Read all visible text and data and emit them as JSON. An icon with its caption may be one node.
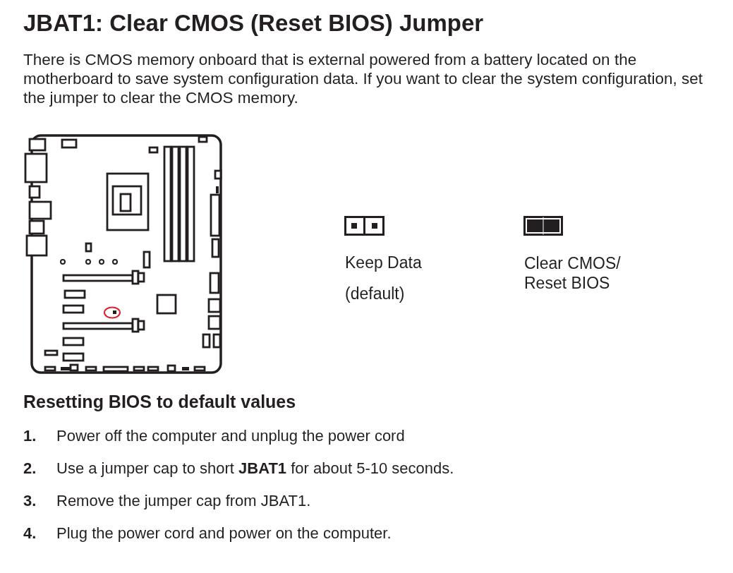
{
  "diagram": {
    "title": "JBAT1: Clear CMOS (Reset BIOS) Jumper",
    "labels": [
      "There is CMOS memory onboard that is external powered from a battery located on the motherboard to save system configuration data. If you want to clear the system configuration, set the jumper to clear the CMOS memory.",
      "Keep Data",
      "(default)",
      "Clear CMOS/ Reset BIOS",
      "Resetting BIOS to default values",
      "1.",
      "Power off the computer and unplug the power cord",
      "2.",
      "Use a jumper cap to short **JBAT1** for about 5-10 seconds.",
      "3.",
      "Remove the jumper cap from JBAT1.",
      "4.",
      "Plug the power cord and power on the computer."
    ]
  }
}
